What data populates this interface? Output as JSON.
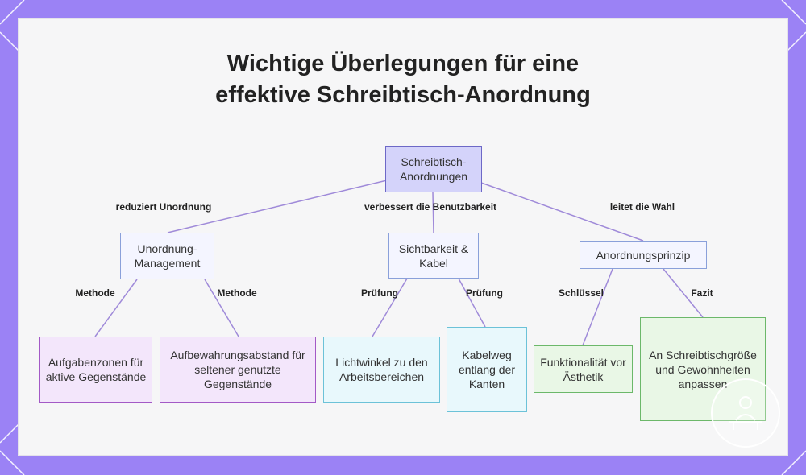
{
  "title": {
    "line1": "Wichtige Überlegungen für eine",
    "line2": "effektive Schreibtisch-Anordnung"
  },
  "nodes": {
    "root": "Schreibtisch-Anordnungen",
    "clutter": "Unordnung-Management",
    "visibility": "Sichtbarkeit & Kabel",
    "principle": "Anordnungsprinzip",
    "zones": "Aufgabenzonen für aktive Gegenstände",
    "storage": "Aufbewahrungsabstand für seltener genutzte Gegenstände",
    "angles": "Lichtwinkel zu den Arbeitsbereichen",
    "cables": "Kabelweg entlang der Kanten",
    "function": "Funktionalität vor Ästhetik",
    "adapt": "An Schreibtischgröße und Gewohnheiten anpassen"
  },
  "edge_labels": {
    "reduces": "reduziert Unordnung",
    "improves": "verbessert die Benutzbarkeit",
    "guides": "leitet die Wahl",
    "method1": "Methode",
    "method2": "Methode",
    "check1": "Prüfung",
    "check2": "Prüfung",
    "key": "Schlüssel",
    "conclusion": "Fazit"
  },
  "colors": {
    "background": "#9b82f5",
    "edge": "#9f8ad9",
    "root_fill": "#d4d3fa"
  },
  "icons": {
    "badge": "person-at-desk-icon"
  }
}
